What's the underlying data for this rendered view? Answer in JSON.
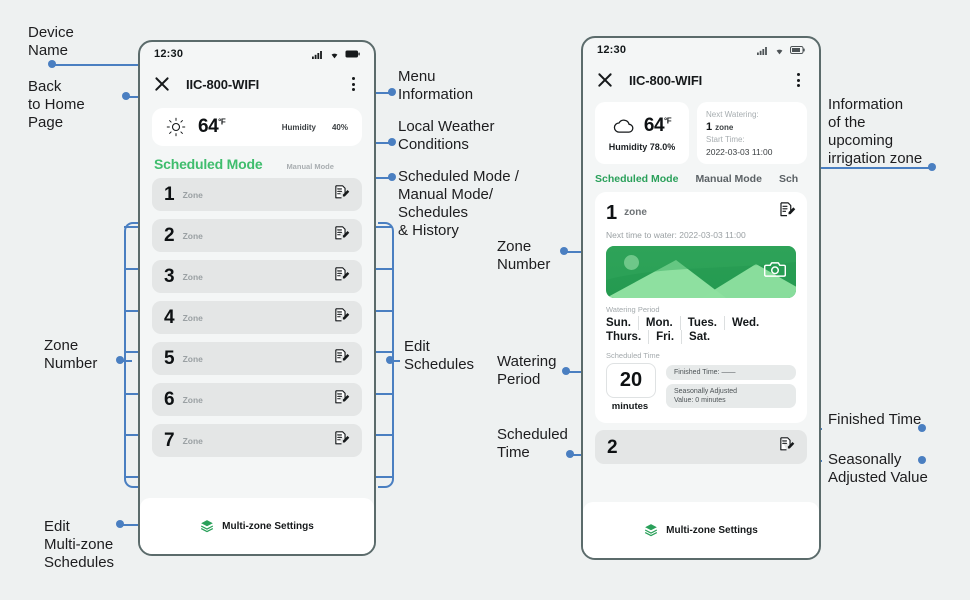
{
  "annotations": {
    "device_name": "Device\nName",
    "back_home": "Back\nto Home\nPage",
    "zone_number_left": "Zone\nNumber",
    "edit_multizone": "Edit\nMulti-zone\nSchedules",
    "menu_information": "Menu\nInformation",
    "local_weather": "Local Weather\nConditions",
    "modes": "Scheduled Mode /\nManual Mode/\nSchedules\n& History",
    "edit_schedules": "Edit\nSchedules",
    "zone_number_right": "Zone\nNumber",
    "watering_period": "Watering\nPeriod",
    "scheduled_time": "Scheduled\nTime",
    "upcoming_zone": "Information\nof the\nupcoming\nirrigation zone",
    "finished_time": "Finished Time",
    "seasonally_adjusted": "Seasonally\nAdjusted Value"
  },
  "colors": {
    "accent_blue": "#4a7fc1",
    "green": "#3fbd6d",
    "tab_green": "#2aa05a",
    "page_bg": "#eef1f1",
    "phone_bg": "#f4f6f6",
    "zone_row": "#e4e6e6"
  },
  "phone_left": {
    "status": {
      "time": "12:30",
      "signal_icon": "cellular-signal-icon",
      "wifi_icon": "wifi-icon",
      "battery_icon": "battery-icon"
    },
    "appbar": {
      "close_icon": "close-icon",
      "device_name": "IIC-800-WIFI",
      "menu_icon": "kebab-menu-icon"
    },
    "weather": {
      "icon": "sun-icon",
      "temperature": "64",
      "unit": "°F",
      "humidity_label": "Humidity",
      "humidity_value": "40%"
    },
    "modes": {
      "active": "Scheduled Mode",
      "inactive": "Manual Mode"
    },
    "zone_word": "Zone",
    "zones": [
      {
        "number": "1",
        "label": "Zone",
        "edit_icon": "edit-schedule-icon"
      },
      {
        "number": "2",
        "label": "Zone",
        "edit_icon": "edit-schedule-icon"
      },
      {
        "number": "3",
        "label": "Zone",
        "edit_icon": "edit-schedule-icon"
      },
      {
        "number": "4",
        "label": "Zone",
        "edit_icon": "edit-schedule-icon"
      },
      {
        "number": "5",
        "label": "Zone",
        "edit_icon": "edit-schedule-icon"
      },
      {
        "number": "6",
        "label": "Zone",
        "edit_icon": "edit-schedule-icon"
      },
      {
        "number": "7",
        "label": "Zone",
        "edit_icon": "edit-schedule-icon"
      }
    ],
    "bottom_bar": {
      "icon": "layers-icon",
      "label": "Multi-zone Settings"
    }
  },
  "phone_right": {
    "status": {
      "time": "12:30",
      "signal_icon": "cellular-signal-icon",
      "wifi_icon": "wifi-icon",
      "battery_icon": "battery-icon"
    },
    "appbar": {
      "close_icon": "close-icon",
      "device_name": "IIC-800-WIFI",
      "menu_icon": "kebab-menu-icon"
    },
    "weather": {
      "icon": "cloud-icon",
      "temperature": "64",
      "unit": "°F",
      "humidity": "Humidity  78.0%"
    },
    "next_watering": {
      "title": "Next Watering:",
      "zone_number": "1",
      "zone_word": "zone",
      "start_label": "Start Time:",
      "start_time": "2022-03-03 11:00"
    },
    "tabs": [
      {
        "label": "Scheduled Mode",
        "active": true
      },
      {
        "label": "Manual Mode",
        "active": false
      },
      {
        "label": "Sch",
        "active": false
      }
    ],
    "zone_card": {
      "number": "1",
      "word": "zone",
      "next_time": "Next time to water: 2022-03-03 11:00",
      "hero_camera_icon": "camera-icon",
      "watering_period_label": "Watering Period",
      "days": [
        "Sun.",
        "Mon.",
        "Tues.",
        "Wed.",
        "Thurs.",
        "Fri.",
        "Sat."
      ],
      "scheduled_time_label": "Scheduled Time",
      "minutes_value": "20",
      "minutes_label": "minutes",
      "finished_time": "Finished Time: ——",
      "seasonally_adjusted_line1": "Seasonally Adjusted",
      "seasonally_adjusted_line2": "Value: 0 minutes",
      "edit_icon": "edit-schedule-icon"
    },
    "next_zone_number": "2",
    "bottom_bar": {
      "icon": "layers-icon",
      "label": "Multi-zone Settings"
    }
  }
}
